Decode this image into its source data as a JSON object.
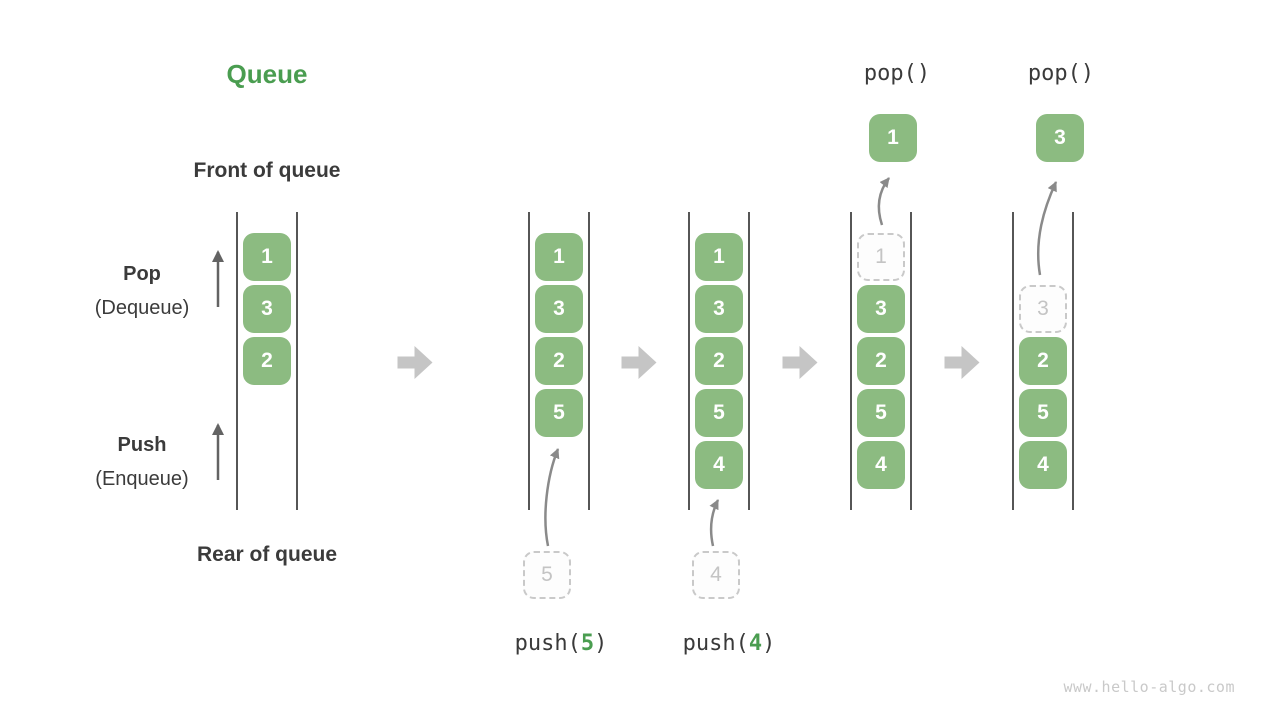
{
  "title": "Queue",
  "watermark": "www.hello-algo.com",
  "side_labels": {
    "front": "Front of queue",
    "rear": "Rear of queue",
    "pop_op": "Pop",
    "pop_op_sub": "(Dequeue)",
    "push_op": "Push",
    "push_op_sub": "(Enqueue)"
  },
  "columns": [
    {
      "name": "state-1-initial",
      "cells": [
        {
          "value": "1",
          "row": 0,
          "ghost": false
        },
        {
          "value": "3",
          "row": 1,
          "ghost": false
        },
        {
          "value": "2",
          "row": 2,
          "ghost": false
        }
      ]
    },
    {
      "name": "state-2-after-push-5",
      "cells": [
        {
          "value": "1",
          "row": 0,
          "ghost": false
        },
        {
          "value": "3",
          "row": 1,
          "ghost": false
        },
        {
          "value": "2",
          "row": 2,
          "ghost": false
        },
        {
          "value": "5",
          "row": 3,
          "ghost": false
        }
      ],
      "push": {
        "value": "5",
        "call_prefix": "push(",
        "call_value": "5",
        "call_suffix": ")"
      }
    },
    {
      "name": "state-3-after-push-4",
      "cells": [
        {
          "value": "1",
          "row": 0,
          "ghost": false
        },
        {
          "value": "3",
          "row": 1,
          "ghost": false
        },
        {
          "value": "2",
          "row": 2,
          "ghost": false
        },
        {
          "value": "5",
          "row": 3,
          "ghost": false
        },
        {
          "value": "4",
          "row": 4,
          "ghost": false
        }
      ],
      "push": {
        "value": "4",
        "call_prefix": "push(",
        "call_value": "4",
        "call_suffix": ")"
      }
    },
    {
      "name": "state-4-pop-1",
      "cells": [
        {
          "value": "1",
          "row": 0,
          "ghost": true
        },
        {
          "value": "3",
          "row": 1,
          "ghost": false
        },
        {
          "value": "2",
          "row": 2,
          "ghost": false
        },
        {
          "value": "5",
          "row": 3,
          "ghost": false
        },
        {
          "value": "4",
          "row": 4,
          "ghost": false
        }
      ],
      "pop": {
        "value": "1",
        "call": "pop()"
      }
    },
    {
      "name": "state-5-pop-3",
      "cells": [
        {
          "value": "3",
          "row": 1,
          "ghost": true
        },
        {
          "value": "2",
          "row": 2,
          "ghost": false
        },
        {
          "value": "5",
          "row": 3,
          "ghost": false
        },
        {
          "value": "4",
          "row": 4,
          "ghost": false
        }
      ],
      "pop": {
        "value": "3",
        "call": "pop()"
      }
    }
  ],
  "colors": {
    "cell_green": "#8cbb81",
    "accent_green": "#4a9d50",
    "cell_text": "#ffffff",
    "label_dark": "#3b3b3b",
    "code_text": "#3a3a3a",
    "ghost_border": "#c9c9c9",
    "ghost_text": "#c4c4c4",
    "wall_gray": "#565656",
    "step_arrow_gray": "#c5c5c5",
    "flow_arrow_gray": "#8a8a8a",
    "direction_arrow_gray": "#636363",
    "watermark_gray": "#c9c9c9"
  }
}
